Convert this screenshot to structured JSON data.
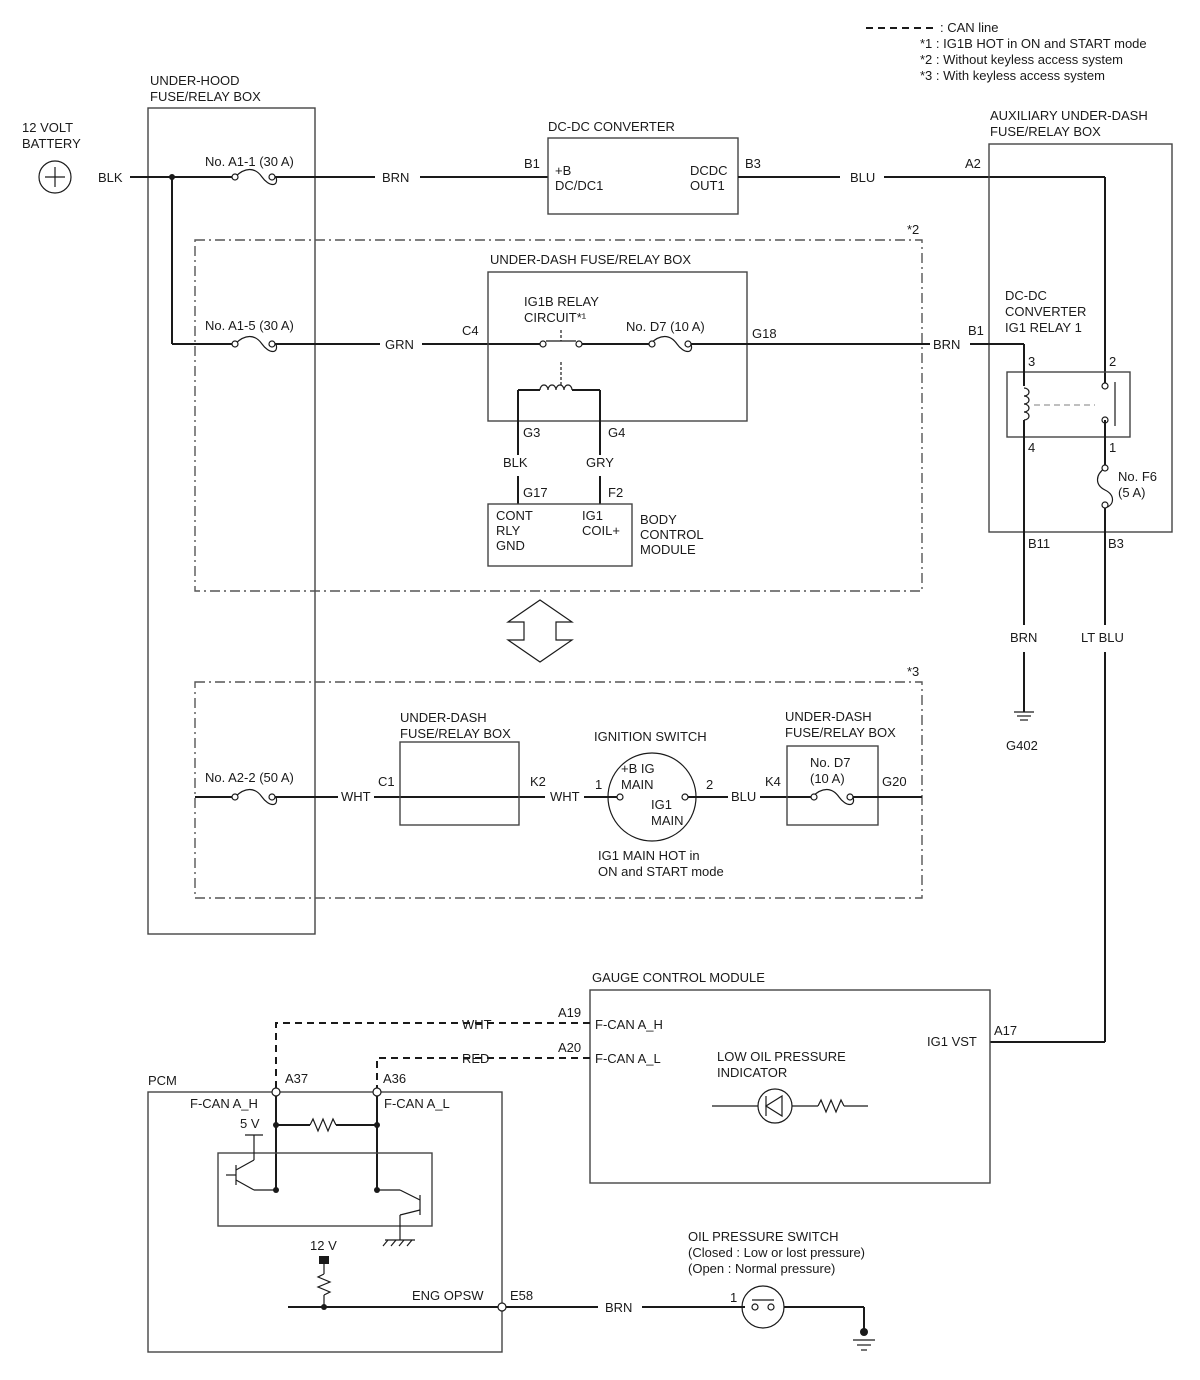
{
  "legend": {
    "can_line": ": CAN line",
    "note1": "*1 : IG1B HOT in ON and START mode",
    "note2": "*2 : Without keyless access system",
    "note3": "*3 : With keyless access system"
  },
  "battery": {
    "line1": "12 VOLT",
    "line2": "BATTERY",
    "wire": "BLK"
  },
  "underhood": {
    "line1": "UNDER-HOOD",
    "line2": "FUSE/RELAY BOX",
    "fuse_a11": "No. A1-1 (30 A)",
    "fuse_a15": "No. A1-5 (30 A)",
    "fuse_a22": "No. A2-2 (50 A)"
  },
  "dcdc": {
    "title": "DC-DC CONVERTER",
    "pin_b1": "B1",
    "pin_b3": "B3",
    "in1": "+B",
    "in2": "DC/DC1",
    "out1": "DCDC",
    "out2": "OUT1",
    "wire_in": "BRN",
    "wire_out": "BLU"
  },
  "aux": {
    "line1": "AUXILIARY UNDER-DASH",
    "line2": "FUSE/RELAY BOX",
    "pin_a2": "A2",
    "pin_b1": "B1",
    "pin_b11": "B11",
    "pin_b3": "B3",
    "relay1": "DC-DC",
    "relay2": "CONVERTER",
    "relay3": "IG1 RELAY 1",
    "r3": "3",
    "r2": "2",
    "r4": "4",
    "r1": "1",
    "fuse1": "No. F6",
    "fuse2": "(5 A)"
  },
  "section2": {
    "tag": "*2",
    "udb": "UNDER-DASH FUSE/RELAY BOX",
    "ig1b1": "IG1B RELAY",
    "ig1b2": "CIRCUIT*¹",
    "fuse_d7": "No. D7 (10 A)",
    "pin_c4": "C4",
    "pin_g18": "G18",
    "pin_g3": "G3",
    "pin_g4": "G4",
    "wire_grn": "GRN",
    "wire_brn": "BRN",
    "wire_blk": "BLK",
    "wire_gry": "GRY",
    "pin_g17": "G17",
    "pin_f2": "F2",
    "bcm_l1": "CONT",
    "bcm_l2": "RLY",
    "bcm_l3": "GND",
    "bcm_r1": "IG1",
    "bcm_r2": "COIL+",
    "bcm_t1": "BODY",
    "bcm_t2": "CONTROL",
    "bcm_t3": "MODULE"
  },
  "ground": {
    "brn": "BRN",
    "ltblu": "LT BLU",
    "g402": "G402"
  },
  "section3": {
    "tag": "*3",
    "udb_a1": "UNDER-DASH",
    "udb_a2": "FUSE/RELAY BOX",
    "pin_c1": "C1",
    "pin_k2": "K2",
    "wire_wht1": "WHT",
    "wire_wht2": "WHT",
    "wire_blu": "BLU",
    "ign": "IGNITION SWITCH",
    "sw1": "+B IG",
    "sw2": "MAIN",
    "sw3": "IG1",
    "sw4": "MAIN",
    "p1": "1",
    "p2": "2",
    "ign_note1": "IG1 MAIN HOT in",
    "ign_note2": "ON and START mode",
    "udb_b1": "UNDER-DASH",
    "udb_b2": "FUSE/RELAY BOX",
    "pin_k4": "K4",
    "pin_g20": "G20",
    "d7a": "No. D7",
    "d7b": "(10 A)"
  },
  "gauge": {
    "title": "GAUGE CONTROL MODULE",
    "a19": "A19",
    "a20": "A20",
    "a17": "A17",
    "fcan_h": "F-CAN A_H",
    "fcan_l": "F-CAN A_L",
    "ig1vst": "IG1 VST",
    "lop1": "LOW OIL PRESSURE",
    "lop2": "INDICATOR",
    "wire_wht": "WHT",
    "wire_red": "RED"
  },
  "pcm": {
    "title": "PCM",
    "a37": "A37",
    "a36": "A36",
    "fcan_h": "F-CAN A_H",
    "fcan_l": "F-CAN A_L",
    "v5": "5 V",
    "v12": "12 V",
    "opsw": "ENG OPSW",
    "e58": "E58",
    "wire_brn": "BRN"
  },
  "oilsw": {
    "l1": "OIL PRESSURE SWITCH",
    "l2": "(Closed : Low or lost pressure)",
    "l3": "(Open : Normal pressure)",
    "p1": "1"
  }
}
